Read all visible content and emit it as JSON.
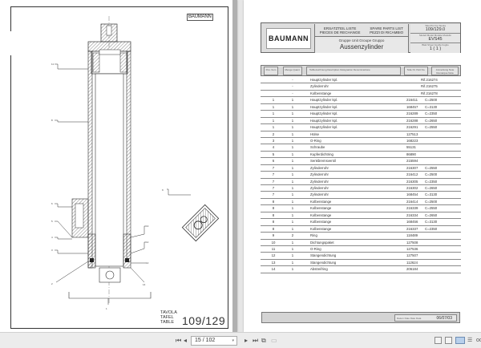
{
  "viewer": {
    "current_page": "15 / 102",
    "nav": {
      "first": "first-page",
      "prev": "previous-page",
      "next": "next-page",
      "last": "last-page"
    },
    "zoom_label": "oo"
  },
  "left_page": {
    "logo_text": "BAUMANN",
    "tavola_labels": [
      "TAVOLA",
      "TAFEL",
      "TABLE"
    ],
    "tavola_number": "109/129"
  },
  "right_page": {
    "header": {
      "logo": "BAUMANN",
      "title_it_de": "ERSATZTEIL LISTE",
      "title_fr": "PIECES DE RECHANGE",
      "title_en": "SPARE PARTS LIST",
      "title_it": "PEZZI DI RICAMBIO",
      "group_label": "Gruppe  Unit  Groupe  Gruppo",
      "group_name": "Aussenzylinder",
      "table_label": "Tafel Pic Fig Tavola",
      "table_value": "109/129.0",
      "model_label": "Modell Model Modèle Modello",
      "model_value": "EVS45",
      "sheet_label": "Blatt Sheet Feuille Foglio",
      "sheet_value": "1 ( 1 )"
    },
    "columns": {
      "pos": "Pos. Item",
      "qty": "Menge Quant.",
      "desc": "Teilbezeichnung  Description  Désignation  Denominazione",
      "ref": "Teile Nr. Part No.",
      "note": "Anmerkung Note Remarque Nota"
    },
    "rows": [
      {
        "pos": "",
        "qty": "-",
        "desc": "Hauptzylinder kpl.",
        "ref": "",
        "note": "Rif.216274"
      },
      {
        "pos": "",
        "qty": "-",
        "desc": "Zylinderrohr",
        "ref": "",
        "note": "Rif.216275"
      },
      {
        "pos": "",
        "qty": "-",
        "desc": "Kolbenstange",
        "ref": "",
        "note": "Rif.216278"
      },
      {
        "pos": "1",
        "qty": "1",
        "desc": "Hauptzylinder kpl.",
        "ref": "216411",
        "note": "C=2500"
      },
      {
        "pos": "1",
        "qty": "1",
        "desc": "Hauptzylinder kpl.",
        "ref": "168457",
        "note": "C=3130"
      },
      {
        "pos": "1",
        "qty": "1",
        "desc": "Hauptzylinder kpl.",
        "ref": "216289",
        "note": "C=2350"
      },
      {
        "pos": "1",
        "qty": "1",
        "desc": "Hauptzylinder kpl.",
        "ref": "216288",
        "note": "C=2650"
      },
      {
        "pos": "1",
        "qty": "1",
        "desc": "Hauptzylinder kpl.",
        "ref": "216291",
        "note": "C=2550"
      },
      {
        "pos": "2",
        "qty": "1",
        "desc": "Hülse",
        "ref": "127513",
        "note": ""
      },
      {
        "pos": "3",
        "qty": "1",
        "desc": "O-Ring",
        "ref": "168223",
        "note": ""
      },
      {
        "pos": "4",
        "qty": "1",
        "desc": "Schraube",
        "ref": "55131",
        "note": ""
      },
      {
        "pos": "5",
        "qty": "1",
        "desc": "Kupferdichtring",
        "ref": "86890",
        "note": ""
      },
      {
        "pos": "6",
        "qty": "1",
        "desc": "Senkbremsventil",
        "ref": "215594",
        "note": ""
      },
      {
        "pos": "7",
        "qty": "1",
        "desc": "Zylinderrohr",
        "ref": "216307",
        "note": "C=2550"
      },
      {
        "pos": "7",
        "qty": "1",
        "desc": "Zylinderrohr",
        "ref": "216412",
        "note": "C=2500"
      },
      {
        "pos": "7",
        "qty": "1",
        "desc": "Zylinderrohr",
        "ref": "216305",
        "note": "C=2350"
      },
      {
        "pos": "7",
        "qty": "1",
        "desc": "Zylinderrohr",
        "ref": "216302",
        "note": "C=2650"
      },
      {
        "pos": "7",
        "qty": "1",
        "desc": "Zylinderrohr",
        "ref": "168454",
        "note": "C=3130"
      },
      {
        "pos": "8",
        "qty": "1",
        "desc": "Kolbenstange",
        "ref": "216414",
        "note": "C=2500"
      },
      {
        "pos": "8",
        "qty": "1",
        "desc": "Kolbenstange",
        "ref": "216339",
        "note": "C=2550"
      },
      {
        "pos": "8",
        "qty": "1",
        "desc": "Kolbenstange",
        "ref": "216334",
        "note": "C=2650"
      },
      {
        "pos": "8",
        "qty": "1",
        "desc": "Kolbenstange",
        "ref": "168456",
        "note": "C=3130"
      },
      {
        "pos": "8",
        "qty": "1",
        "desc": "Kolbenstange",
        "ref": "216337",
        "note": "C=2350"
      },
      {
        "pos": "9",
        "qty": "2",
        "desc": "Ring",
        "ref": "118489",
        "note": ""
      },
      {
        "pos": "10",
        "qty": "1",
        "desc": "Dichtungspaket",
        "ref": "127508",
        "note": ""
      },
      {
        "pos": "11",
        "qty": "1",
        "desc": "O-Ring",
        "ref": "127536",
        "note": ""
      },
      {
        "pos": "12",
        "qty": "1",
        "desc": "Stangendichtung",
        "ref": "127507",
        "note": ""
      },
      {
        "pos": "13",
        "qty": "1",
        "desc": "Stangendichtung",
        "ref": "112624",
        "note": ""
      },
      {
        "pos": "14",
        "qty": "1",
        "desc": "Abstreifring",
        "ref": "206184",
        "note": ""
      }
    ],
    "footer": {
      "date_label": "Datum Date Date Data",
      "date_value": "06/07/03"
    }
  }
}
